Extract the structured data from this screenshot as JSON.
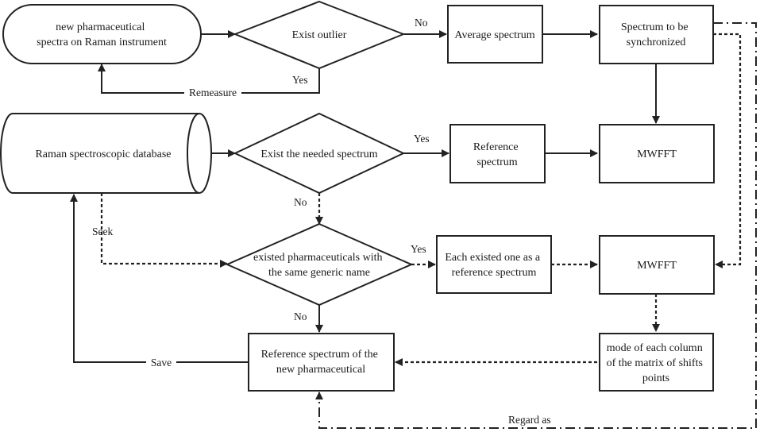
{
  "nodes": {
    "new_spectra": {
      "lines": [
        "new pharmaceutical",
        "spectra on Raman instrument"
      ]
    },
    "exist_outlier": {
      "lines": [
        "Exist outlier"
      ]
    },
    "average_spectrum": {
      "lines": [
        "Average spectrum"
      ]
    },
    "spectrum_to_sync": {
      "lines": [
        "Spectrum to be",
        "synchronized"
      ]
    },
    "database": {
      "lines": [
        "Raman spectroscopic database"
      ]
    },
    "exist_needed": {
      "lines": [
        "Exist the needed spectrum"
      ]
    },
    "reference_spectrum": {
      "lines": [
        "Reference",
        "spectrum"
      ]
    },
    "mwfft_1": {
      "lines": [
        "MWFFT"
      ]
    },
    "existed_pharma": {
      "lines": [
        "existed pharmaceuticals with",
        "the same generic name"
      ]
    },
    "each_existed": {
      "lines": [
        "Each existed one as a",
        "reference spectrum"
      ]
    },
    "mwfft_2": {
      "lines": [
        "MWFFT"
      ]
    },
    "ref_of_new": {
      "lines": [
        "Reference spectrum of the",
        "new pharmaceutical"
      ]
    },
    "mode_column": {
      "lines": [
        "mode of each column",
        "of the matrix of shifts",
        "points"
      ]
    }
  },
  "edge_labels": {
    "outlier_no": "No",
    "outlier_yes": "Yes",
    "remeasure": "Remeasure",
    "needed_yes": "Yes",
    "needed_no": "No",
    "seek": "Seek",
    "existed_yes": "Yes",
    "existed_no": "No",
    "save": "Save",
    "regard_as": "Regard as"
  }
}
